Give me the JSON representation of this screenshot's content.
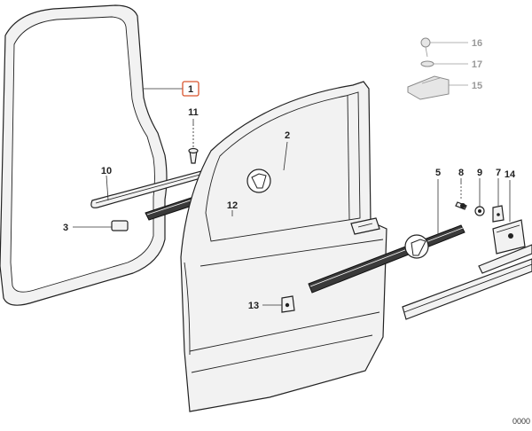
{
  "labels": {
    "l1": "1",
    "l2": "2",
    "l3": "3",
    "l5": "5",
    "l7": "7",
    "l8": "8",
    "l9": "9",
    "l10": "10",
    "l11": "11",
    "l12": "12",
    "l13": "13",
    "l14": "14",
    "l15": "15",
    "l16": "16",
    "l17": "17"
  },
  "corner_code": "0000",
  "colors": {
    "highlight_box": "#d9532c",
    "greyed_labels": "#9a9a9a"
  }
}
